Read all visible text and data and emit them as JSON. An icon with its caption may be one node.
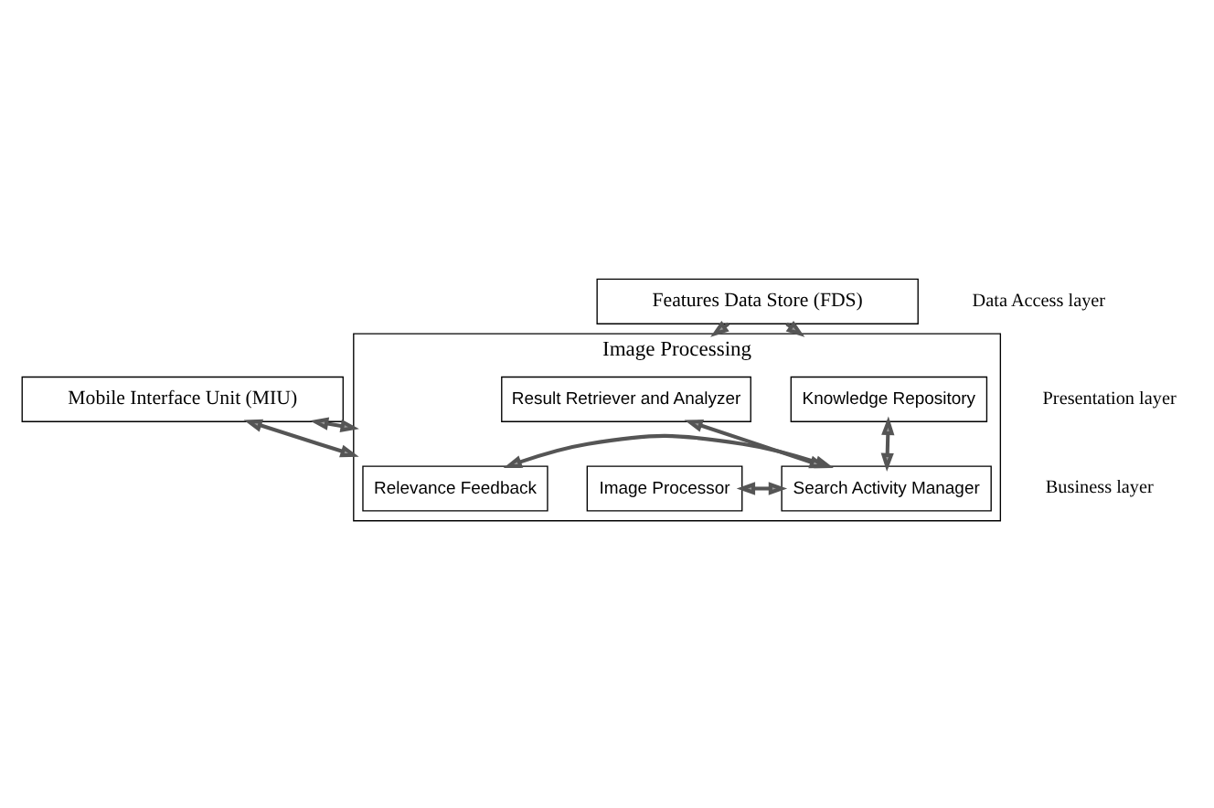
{
  "diagram": {
    "nodes": [
      {
        "text": [
          "Mobile Interface Unit (MIU)"
        ]
      },
      {
        "text": [
          "Image Processing"
        ]
      },
      {
        "text": [
          "Image Processor"
        ],
        "in": 1
      },
      {
        "text": [
          "Search Activity Manager"
        ],
        "in": 1
      },
      {
        "text": [
          "Relevance Feedback"
        ],
        "in": 1
      },
      {
        "text": [
          "Knowledge Repository"
        ],
        "in": 1
      },
      {
        "text": [
          "Result Retriever and Analyzer"
        ],
        "in": 1
      },
      {
        "text": [
          "Features Data Store (FDS)"
        ]
      }
    ],
    "edges": [
      {
        "from": 0,
        "to": 1,
        "arrow": "both"
      },
      {
        "from": 0,
        "to": 1,
        "arrow": "both"
      },
      {
        "from": 2,
        "to": 3,
        "arrow": "both"
      },
      {
        "from": 4,
        "to": 3,
        "arrow": "both"
      },
      {
        "from": 5,
        "to": 3,
        "arrow": "both"
      },
      {
        "from": 6,
        "to": 3,
        "arrow": "both"
      },
      {
        "from": 7,
        "to": 1,
        "arrow": "to"
      },
      {
        "from": 7,
        "to": 1,
        "arrow": "to"
      }
    ],
    "labels": [
      "Presentation layer",
      "Business layer",
      "Data Access layer"
    ]
  }
}
